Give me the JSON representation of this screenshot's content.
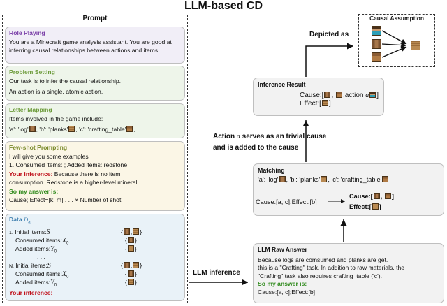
{
  "title": "LLM-based CD",
  "prompt": {
    "header": "Prompt",
    "role": {
      "heading": "Role Playing",
      "text": "You are a Minecraft game analysis assistant. You are good at inferring causal relationships between actions and items."
    },
    "problem": {
      "heading": "Problem Setting",
      "line1": "Our task is to infer the causal relationship.",
      "line2": "An action is a single, atomic action."
    },
    "letter": {
      "heading": "Letter Mapping",
      "line1": "Items involved in the game include:",
      "a": "'a': 'log'",
      "b": ", 'b': 'planks'",
      "c": ", 'c': 'crafting_table'",
      "dots": ", . . ."
    },
    "fewshot": {
      "heading": "Few-shot Prompting",
      "line1": "I will give you some examples",
      "line2": "1. Consumed items: ; Added items: redstone",
      "inference_label": "Your inference:",
      "inference_text": " Because there is no item",
      "line4": "consumption. Redstone is a higher-level mineral, . . .",
      "answer_label": "So my answer is:",
      "line6": "Cause; Effect=[k; m] . . . × Number of shot"
    },
    "data": {
      "heading": "Data",
      "sub": "D",
      "sub_index": "a",
      "n1": "1.",
      "initial": "Initial items:",
      "initial_var": "S",
      "consumed": "Consumed items:",
      "consumed_var": "X",
      "consumed_idx": "0",
      "added": "Added items:",
      "added_var": "Y",
      "added_idx": "0",
      "dots": ". . .",
      "nN": "N.",
      "inference_label": "Your inference:"
    }
  },
  "right": {
    "assumption_title": "Causal Assumption",
    "depicted": "Depicted as",
    "inference": {
      "heading": "Inference Result",
      "cause_prefix": "Cause:[",
      "cause_mid": ",action ",
      "cause_var": "a",
      "cause_end": "]",
      "effect_prefix": "Effect:[",
      "effect_end": "]"
    },
    "action_note_line1": "Action",
    "action_note_var": "a",
    "action_note_rest": "serves as an trivial cause",
    "action_note_line2": "and is added to the cause",
    "matching": {
      "heading": "Matching",
      "a": "'a': 'log'",
      "b": ", 'b': 'planks'",
      "c": ", 'c': 'crafting_table'",
      "left": "Cause:[a, c];Effect:[b]",
      "cause_label": "Cause:[",
      "effect_label": "Effect:[",
      "close": "]"
    },
    "llm_inference": "LLM inference",
    "raw": {
      "heading": "LLM Raw Answer",
      "line1": "Because logs are comsumed and planks are get.",
      "line2": "this is a \"Crafting\" task. In addition to raw materials, the",
      "line3": "\"Crafting\" task also requires crafting_table ('c').",
      "answer_label": "So my answer is:",
      "answer": "Cause:[a, c];Effect:[b]"
    }
  },
  "colors": {
    "role_heading": "#7a3fa8",
    "setting_heading": "#6c9b3a",
    "red": "#c0121c",
    "green_answer": "#2f8a1c",
    "data_heading": "#3f7fae"
  },
  "icons": [
    "log-icon",
    "planks-icon",
    "crafting-table-icon",
    "steve-icon"
  ]
}
